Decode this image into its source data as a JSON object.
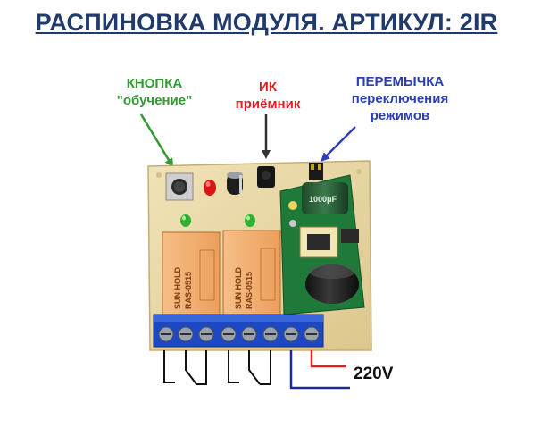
{
  "title": "РАСПИНОВКА МОДУЛЯ. АРТИКУЛ: 2IR",
  "labels": {
    "learn_button": [
      "КНОПКА",
      "\"обучение\""
    ],
    "ir_receiver": [
      "ИК",
      "приёмник"
    ],
    "mode_jumper": [
      "ПЕРЕМЫЧКА",
      "переключения",
      "режимов"
    ]
  },
  "power_label": "220V",
  "relays": [
    {
      "brand": "SUN HOLD",
      "model": "RAS-0515"
    },
    {
      "brand": "SUN HOLD",
      "model": "RAS-0515"
    }
  ],
  "capacitor_marking": "1000μF",
  "colors": {
    "title": "#1f3a6b",
    "learn_button_label": "#339933",
    "ir_label": "#e02020",
    "jumper_label": "#2b3fb0",
    "pcb": "#ead9a6",
    "relay": "#f4b072",
    "terminal_block": "#1c48c4",
    "wire_phase": "#e02020",
    "wire_neutral": "#1a2a9a"
  },
  "icons": {
    "learn_button_arrow": "arrow-down-right",
    "ir_arrow": "arrow-down",
    "jumper_arrow": "arrow-down-left"
  }
}
